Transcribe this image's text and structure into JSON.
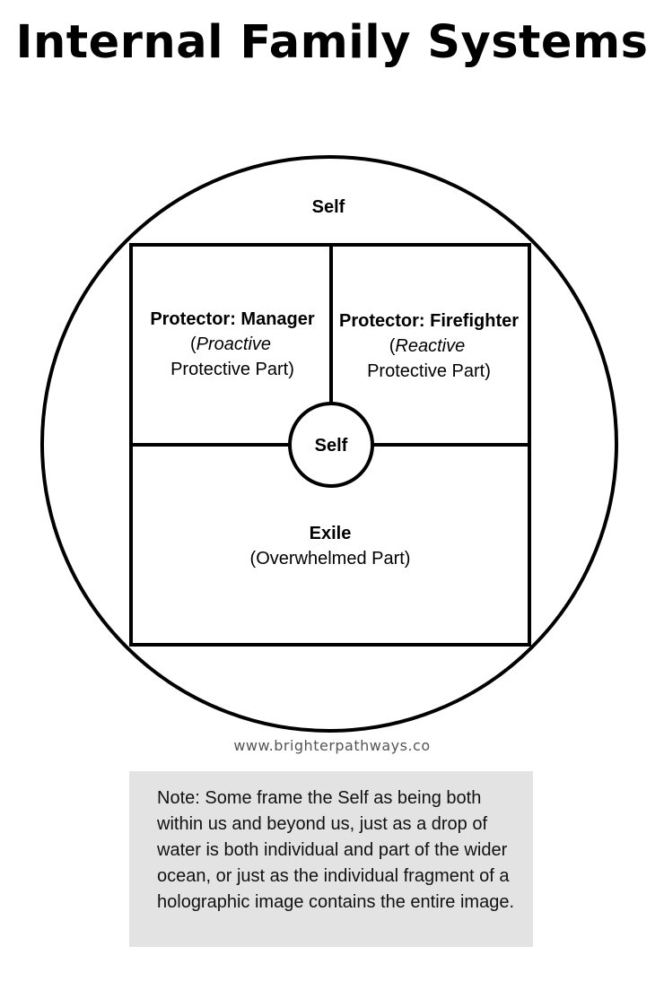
{
  "title": "Internal Family Systems",
  "diagram": {
    "outer_label": "Self",
    "manager": {
      "heading": "Protector: Manager",
      "line_open": "(",
      "line_italic": "Proactive",
      "line2": "Protective Part)"
    },
    "firefighter": {
      "heading": "Protector: Firefighter",
      "line_open": "(",
      "line_italic": "Reactive",
      "line2": "Protective Part)"
    },
    "center_label": "Self",
    "exile": {
      "heading": "Exile",
      "subtitle": "(Overwhelmed Part)"
    }
  },
  "website": "www.brighterpathways.co",
  "note": "Note: Some frame the Self as being both within us and beyond us, just as a drop of water is both individual and part of the wider ocean, or just as the individual fragment of a holographic image contains the entire image."
}
